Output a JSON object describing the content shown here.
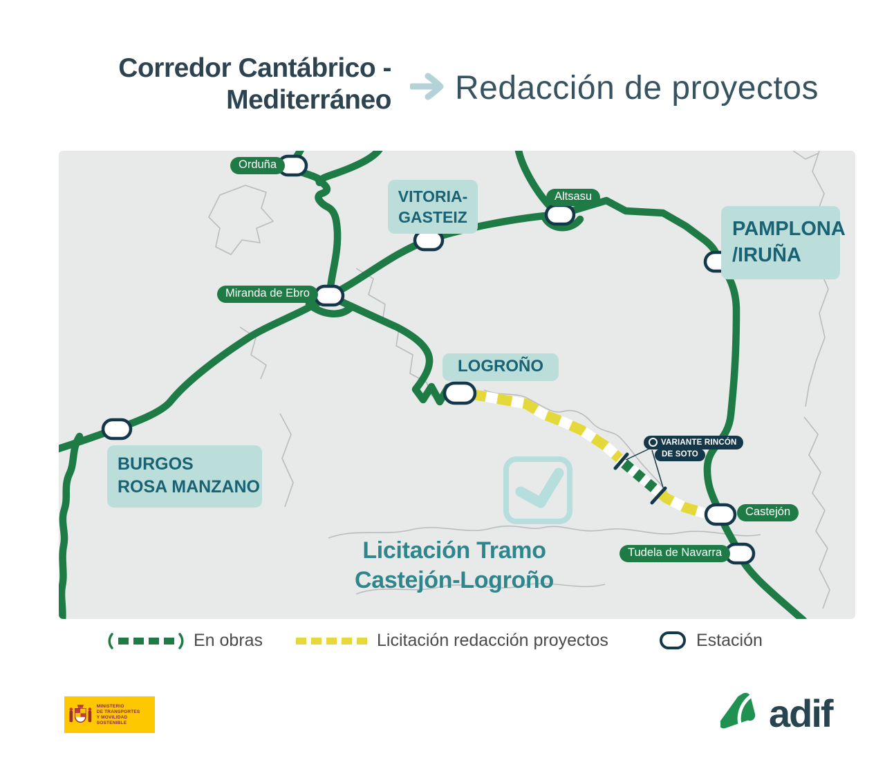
{
  "header": {
    "title_line1": "Corredor Cantábrico -",
    "title_line2": "Mediterráneo",
    "subtitle": "Redacción de proyectos"
  },
  "map": {
    "labels": {
      "orduna": "Orduña",
      "altsasu": "Altsasu",
      "miranda": "Miranda de Ebro",
      "castejon": "Castejón",
      "tudela": "Tudela de Navarra",
      "vitoria_line1": "VITORIA-",
      "vitoria_line2": "GASTEIZ",
      "pamplona_line1": "PAMPLONA",
      "pamplona_line2": "/IRUÑA",
      "logrono": "LOGROÑO",
      "burgos_line1": "BURGOS",
      "burgos_line2": "ROSA MANZANO",
      "variante_line1": "VARIANTE RINCÓN",
      "variante_line2": "DE SOTO",
      "highlight_line1": "Licitación Tramo",
      "highlight_line2": "Castejón-Logroño"
    }
  },
  "legend": {
    "en_obras": "En obras",
    "licitacion": "Licitación redacción proyectos",
    "estacion": "Estación"
  },
  "footer": {
    "ministry_line1": "MINISTERIO",
    "ministry_line2": "DE TRANSPORTES",
    "ministry_line3": "Y MOVILIDAD SOSTENIBLE",
    "adif": "adif"
  },
  "colors": {
    "rail_green": "#1e7b45",
    "navy": "#14384a",
    "teal_box": "#bcdeda",
    "teal_text": "#186273",
    "yellow": "#e5d83b",
    "highlight_teal": "#2e868c",
    "check_teal": "#b5dedd",
    "arrow_blue": "#b5d2d9"
  }
}
